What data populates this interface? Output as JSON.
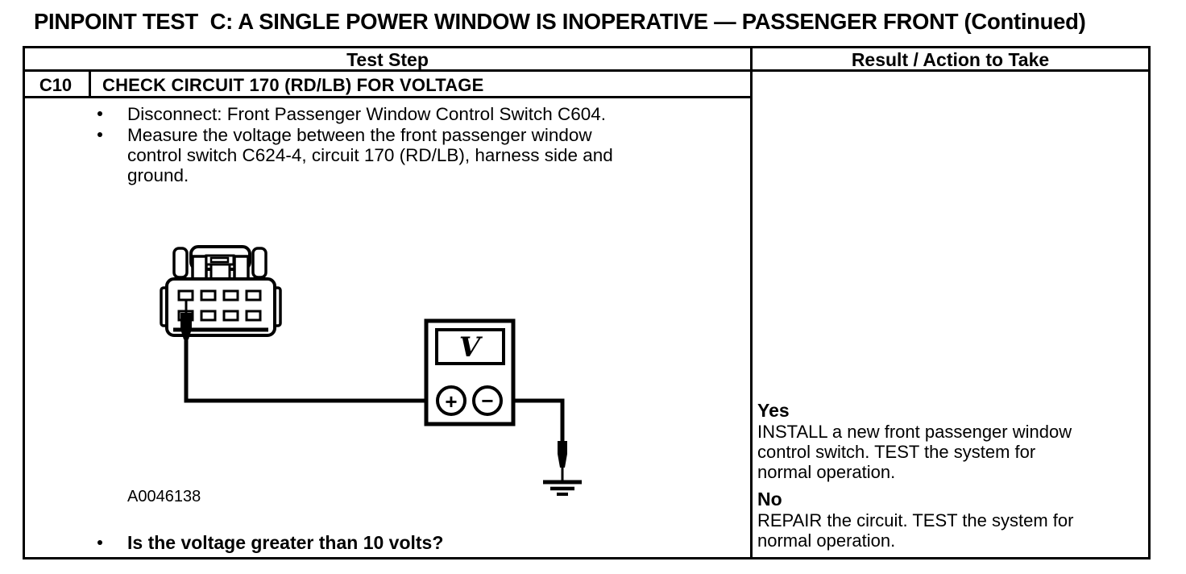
{
  "page": {
    "title": "PINPOINT TEST  C: A SINGLE POWER WINDOW IS INOPERATIVE — PASSENGER FRONT (Continued)"
  },
  "table": {
    "headers": {
      "test_step": "Test Step",
      "result_action": "Result / Action to Take"
    },
    "step": {
      "id": "C10",
      "title": "CHECK CIRCUIT 170 (RD/LB) FOR VOLTAGE",
      "instructions": [
        {
          "lines": [
            "Disconnect: Front Passenger Window Control Switch C604."
          ]
        },
        {
          "lines": [
            "Measure the voltage between the front passenger window",
            "control switch C624-4, circuit 170 (RD/LB), harness side and",
            "ground."
          ]
        }
      ],
      "figure_id": "A0046138",
      "question": "Is the voltage greater than 10 volts?"
    },
    "results": [
      {
        "answer": "Yes",
        "action_lines": [
          "INSTALL a new front passenger window",
          "control switch. TEST the system for",
          "normal operation."
        ]
      },
      {
        "answer": "No",
        "action_lines": [
          "REPAIR the circuit. TEST the system for",
          "normal operation."
        ]
      }
    ]
  },
  "diagram": {
    "voltmeter_label": "V",
    "plus_label": "+",
    "minus_label": "−"
  },
  "colors": {
    "ink": "#000000",
    "paper": "#ffffff"
  }
}
